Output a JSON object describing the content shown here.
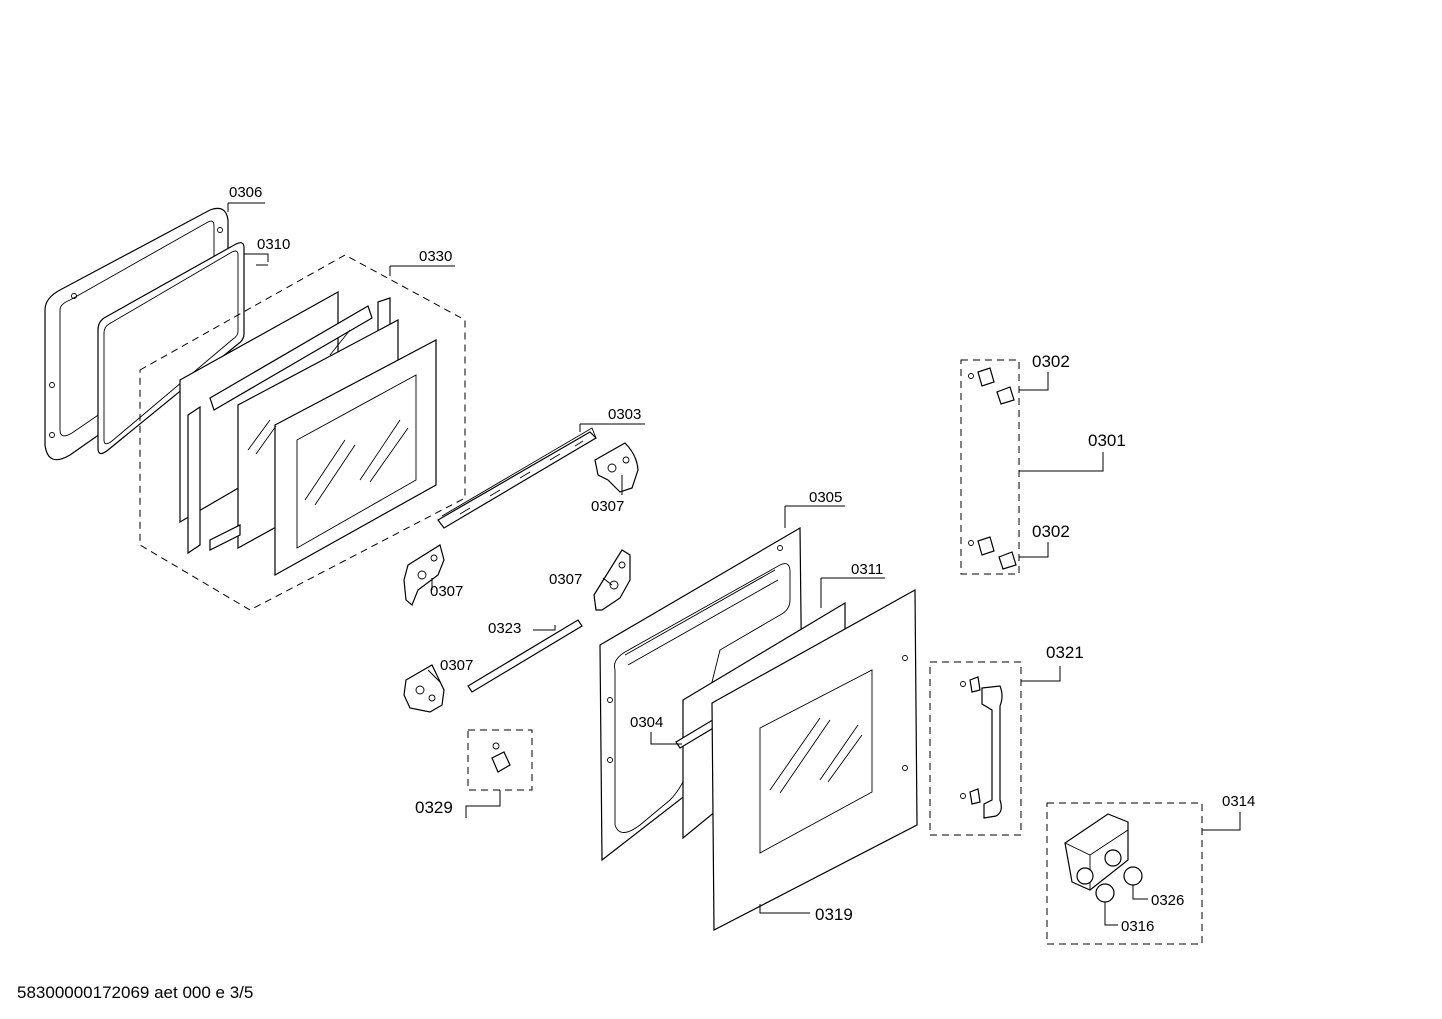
{
  "labels": {
    "p0306": "0306",
    "p0310": "0310",
    "p0330": "0330",
    "p0303": "0303",
    "p0307_a": "0307",
    "p0307_b": "0307",
    "p0307_c": "0307",
    "p0307_d": "0307",
    "p0323": "0323",
    "p0305": "0305",
    "p0311": "0311",
    "p0304": "0304",
    "p0329": "0329",
    "p0319": "0319",
    "p0302_top": "0302",
    "p0302_bottom": "0302",
    "p0301": "0301",
    "p0321": "0321",
    "p0314": "0314",
    "p0326": "0326",
    "p0316": "0316"
  },
  "footer": {
    "doc_id": "58300000172069 aet 000 e 3/5"
  }
}
